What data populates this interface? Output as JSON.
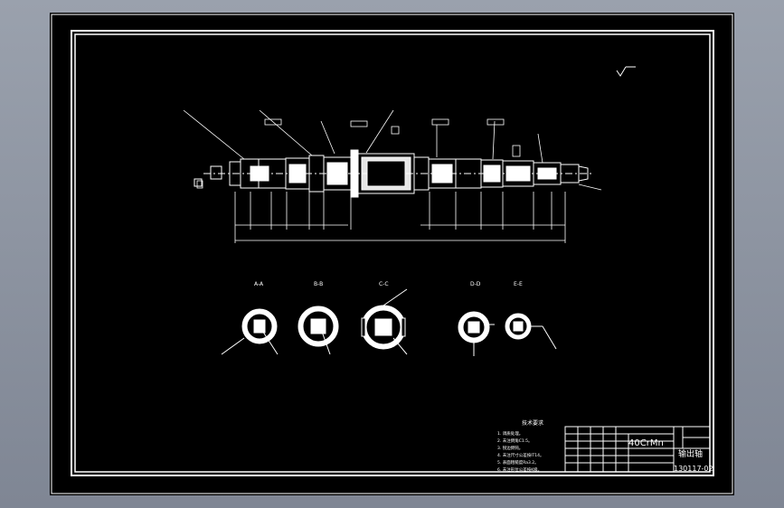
{
  "title_block": {
    "material": "40CrMn",
    "part_name": "输出轴",
    "drawing_no": "130117-02"
  },
  "notes": {
    "heading": "技术要求",
    "items": [
      "1. 调质处理。",
      "2. 未注倒角C1.5。",
      "3. 锐边倒钝。",
      "4. 未注尺寸公差按IT14。",
      "5. 表面粗糙度Ra3.2。",
      "6. 未注形位公差按K级。"
    ]
  },
  "section_labels": [
    "A-A",
    "B-B",
    "C-C",
    "D-D",
    "E-E"
  ],
  "colors": {
    "background": "#000000",
    "frame": "#ffffff",
    "window": "#8c93a0"
  }
}
